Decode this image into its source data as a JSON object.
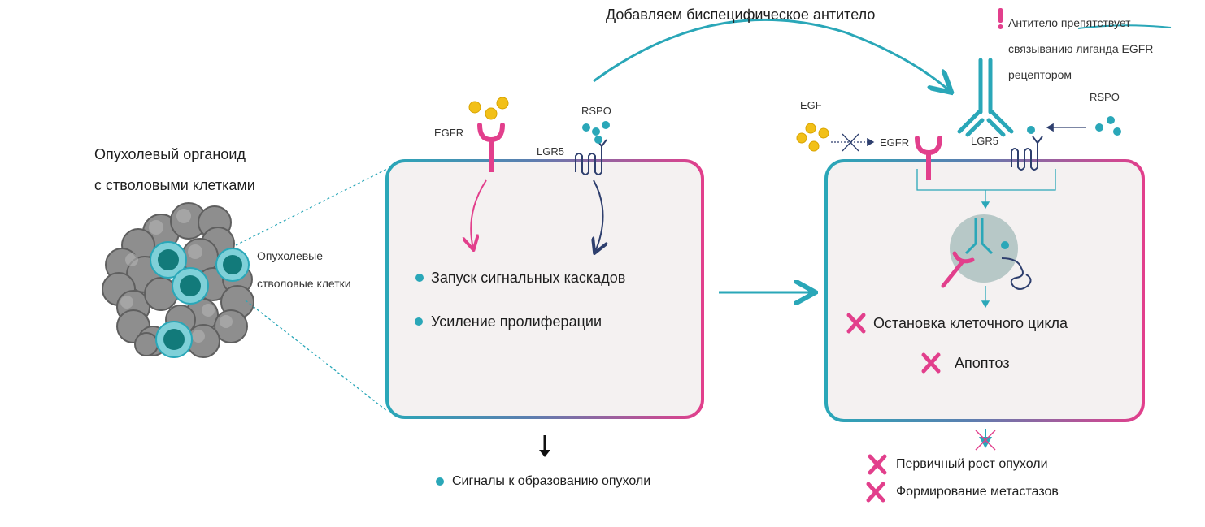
{
  "colors": {
    "teal": "#2aa7b8",
    "magenta": "#e23f8c",
    "navy": "#2e3f6e",
    "gold": "#f2c018",
    "gray_cell": "#9a9a9a",
    "box_fill": "#f4f1f1"
  },
  "organoid": {
    "title_line1": "Опухолевый органоид",
    "title_line2": "с стволовыми клетками",
    "stem_label_line1": "Опухолевые",
    "stem_label_line2": "стволовые клетки"
  },
  "left_cell": {
    "egfr_label": "EGFR",
    "rspo_label": "RSPO",
    "lgr5_label": "LGR5",
    "bullets": [
      "Запуск сигнальных каскадов",
      "Усиление пролиферации"
    ],
    "outcome": "Сигналы к образованию опухоли"
  },
  "antibody": {
    "add_label": "Добавляем биспецифическое антитело",
    "note_line1": "Антитело препятствует",
    "note_line2": "связыванию лиганда EGFR",
    "note_line3": "рецептором"
  },
  "right_cell": {
    "egf_label": "EGF",
    "egfr_label": "EGFR",
    "lgr5_label": "LGR5",
    "rspo_label": "RSPO",
    "effects": [
      "Остановка клеточного цикла",
      "Апоптоз"
    ],
    "outcomes": [
      "Первичный рост опухоли",
      "Формирование метастазов"
    ]
  }
}
